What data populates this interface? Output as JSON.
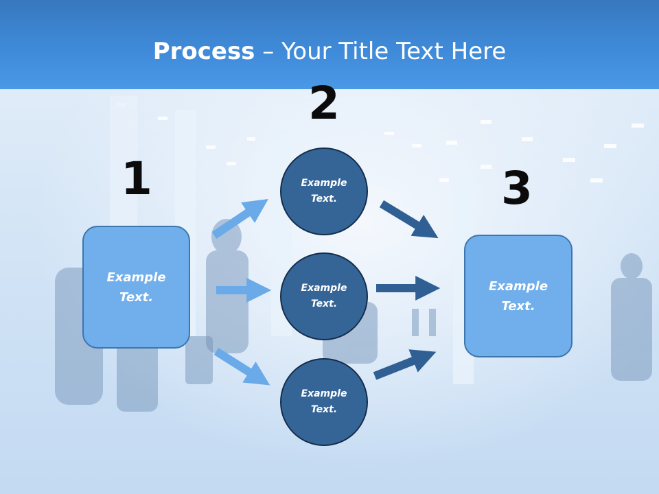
{
  "slide": {
    "title_bold": "Process",
    "title_rest": " – Your Title Text Here",
    "step_numbers": [
      "1",
      "2",
      "3"
    ],
    "left_box_text": "Example\nText.",
    "circles": [
      "Example\nText.",
      "Example\nText.",
      "Example\nText."
    ],
    "right_box_text": "Example\nText."
  },
  "colors": {
    "header": "#3f8ad8",
    "box_fill": "#70aeec",
    "circle_fill": "#356597",
    "arrow_light": "#6aaae8",
    "arrow_dark": "#2f5f93"
  }
}
